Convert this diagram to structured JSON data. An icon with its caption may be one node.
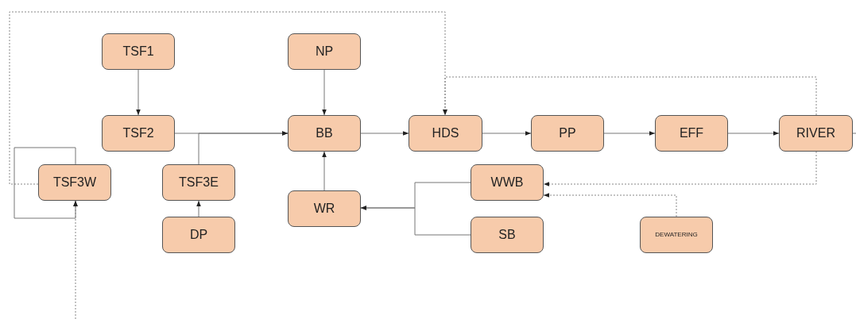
{
  "diagram": {
    "nodes": [
      {
        "text": [
          "TSF1"
        ]
      },
      {
        "text": [
          "NP"
        ]
      },
      {
        "text": [
          "TSF2"
        ]
      },
      {
        "text": [
          "BB"
        ]
      },
      {
        "text": [
          "HDS"
        ]
      },
      {
        "text": [
          "PP"
        ]
      },
      {
        "text": [
          "EFF"
        ]
      },
      {
        "text": [
          "RIVER"
        ]
      },
      {
        "text": [
          "TSF3W"
        ]
      },
      {
        "text": [
          "TSF3E"
        ]
      },
      {
        "text": [
          "WWB"
        ]
      },
      {
        "text": [
          "WR"
        ]
      },
      {
        "text": [
          "DP"
        ]
      },
      {
        "text": [
          "SB"
        ]
      },
      {
        "text": [
          "DEWATERING"
        ]
      }
    ],
    "edges": [
      {
        "from": 0,
        "to": 2,
        "arrow": "to"
      },
      {
        "from": 1,
        "to": 3,
        "arrow": "to"
      },
      {
        "from": 2,
        "to": 3,
        "arrow": "to"
      },
      {
        "from": 9,
        "to": 3,
        "arrow": "to"
      },
      {
        "from": 12,
        "to": 9,
        "arrow": "to"
      },
      {
        "from": 11,
        "to": 3,
        "arrow": "to"
      },
      {
        "from": 3,
        "to": 4,
        "arrow": "to"
      },
      {
        "from": 4,
        "to": 5,
        "arrow": "to"
      },
      {
        "from": 5,
        "to": 6,
        "arrow": "to"
      },
      {
        "from": 6,
        "to": 7,
        "arrow": "to"
      },
      {
        "from": 7,
        "to": null,
        "arrow": "none"
      },
      {
        "from": 7,
        "to": 4,
        "arrow": "to",
        "style": "dashed"
      },
      {
        "from": 8,
        "to": 4,
        "arrow": "to",
        "style": "dashed"
      },
      {
        "from": 8,
        "to": 8,
        "arrow": "to"
      },
      {
        "from": null,
        "to": 8,
        "arrow": "to",
        "style": "dashed"
      },
      {
        "from": 7,
        "to": 10,
        "arrow": "to",
        "style": "dashed"
      },
      {
        "from": 14,
        "to": 10,
        "arrow": "to",
        "style": "dashed"
      },
      {
        "from": 10,
        "to": 11,
        "arrow": "to"
      },
      {
        "from": 13,
        "to": 11,
        "arrow": "to"
      }
    ]
  }
}
